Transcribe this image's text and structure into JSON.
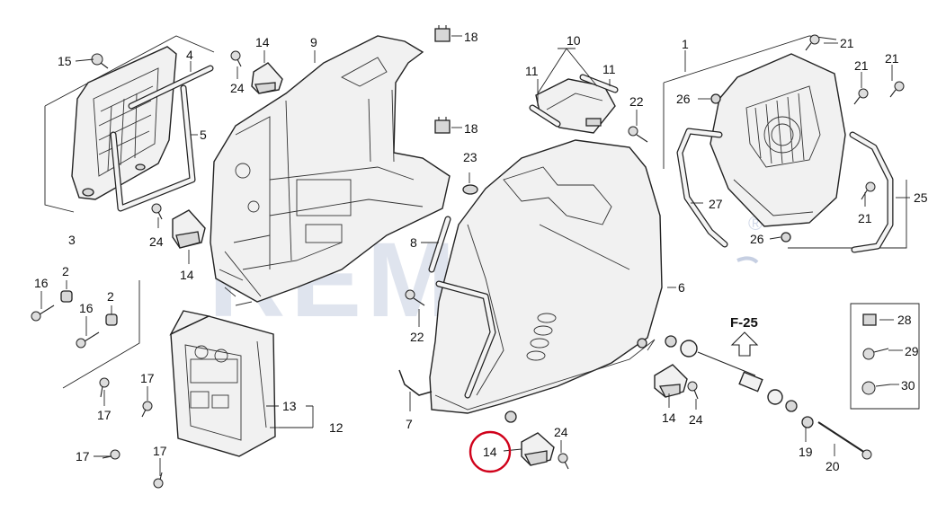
{
  "watermark": {
    "text": "REMAS",
    "registered": "®"
  },
  "reference_label": "F-25",
  "callouts": [
    {
      "id": "15",
      "label": "15"
    },
    {
      "id": "4",
      "label": "4"
    },
    {
      "id": "5",
      "label": "5"
    },
    {
      "id": "3",
      "label": "3"
    },
    {
      "id": "14a",
      "label": "14"
    },
    {
      "id": "24a",
      "label": "24"
    },
    {
      "id": "9",
      "label": "9"
    },
    {
      "id": "18a",
      "label": "18"
    },
    {
      "id": "18b",
      "label": "18"
    },
    {
      "id": "10",
      "label": "10"
    },
    {
      "id": "11a",
      "label": "11"
    },
    {
      "id": "11b",
      "label": "11"
    },
    {
      "id": "22a",
      "label": "22"
    },
    {
      "id": "23",
      "label": "23"
    },
    {
      "id": "1",
      "label": "1"
    },
    {
      "id": "21a",
      "label": "21"
    },
    {
      "id": "21b",
      "label": "21"
    },
    {
      "id": "21c",
      "label": "21"
    },
    {
      "id": "21d",
      "label": "21"
    },
    {
      "id": "26a",
      "label": "26"
    },
    {
      "id": "26b",
      "label": "26"
    },
    {
      "id": "27",
      "label": "27"
    },
    {
      "id": "25",
      "label": "25"
    },
    {
      "id": "24b",
      "label": "24"
    },
    {
      "id": "14b",
      "label": "14"
    },
    {
      "id": "8",
      "label": "8"
    },
    {
      "id": "22b",
      "label": "22"
    },
    {
      "id": "6",
      "label": "6"
    },
    {
      "id": "2a",
      "label": "2"
    },
    {
      "id": "2b",
      "label": "2"
    },
    {
      "id": "16a",
      "label": "16"
    },
    {
      "id": "16b",
      "label": "16"
    },
    {
      "id": "17a",
      "label": "17"
    },
    {
      "id": "17b",
      "label": "17"
    },
    {
      "id": "17c",
      "label": "17"
    },
    {
      "id": "17d",
      "label": "17"
    },
    {
      "id": "13",
      "label": "13"
    },
    {
      "id": "12",
      "label": "12"
    },
    {
      "id": "7",
      "label": "7"
    },
    {
      "id": "14c",
      "label": "14"
    },
    {
      "id": "24c",
      "label": "24"
    },
    {
      "id": "14d",
      "label": "14"
    },
    {
      "id": "24d",
      "label": "24"
    },
    {
      "id": "19",
      "label": "19"
    },
    {
      "id": "20",
      "label": "20"
    },
    {
      "id": "28",
      "label": "28"
    },
    {
      "id": "29",
      "label": "29"
    },
    {
      "id": "30",
      "label": "30"
    }
  ],
  "highlighted_callout": "14c",
  "colors": {
    "highlight": "#d0021b",
    "watermark": "#1c3f8a"
  }
}
